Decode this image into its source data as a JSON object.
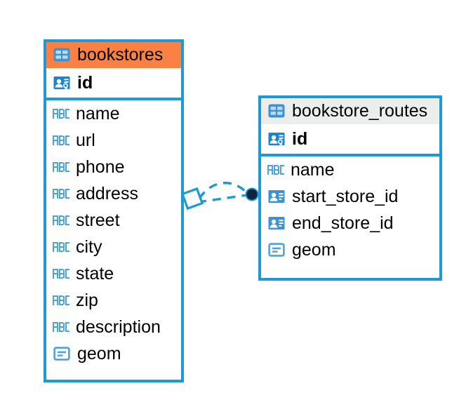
{
  "diagram": {
    "type": "entity-relationship-diagram",
    "background_color": "#ffffff",
    "accent_color": "#1b9ad6",
    "highlight_color": "#fb8044",
    "entities": [
      {
        "name": "bookstores",
        "header_style": "accent-orange",
        "table_icon": "table-icon",
        "primary_key": {
          "label": "id",
          "icon": "primary-key-icon",
          "type": "primary-key"
        },
        "fields": [
          {
            "label": "name",
            "icon": "text-type-icon",
            "type": "text"
          },
          {
            "label": "url",
            "icon": "text-type-icon",
            "type": "text"
          },
          {
            "label": "phone",
            "icon": "text-type-icon",
            "type": "text"
          },
          {
            "label": "address",
            "icon": "text-type-icon",
            "type": "text"
          },
          {
            "label": "street",
            "icon": "text-type-icon",
            "type": "text"
          },
          {
            "label": "city",
            "icon": "text-type-icon",
            "type": "text"
          },
          {
            "label": "state",
            "icon": "text-type-icon",
            "type": "text"
          },
          {
            "label": "zip",
            "icon": "text-type-icon",
            "type": "text"
          },
          {
            "label": "description",
            "icon": "text-type-icon",
            "type": "text"
          },
          {
            "label": "geom",
            "icon": "geometry-type-icon",
            "type": "geometry"
          }
        ]
      },
      {
        "name": "bookstore_routes",
        "header_style": "accent-grey",
        "table_icon": "table-icon",
        "primary_key": {
          "label": "id",
          "icon": "primary-key-icon",
          "type": "primary-key"
        },
        "fields": [
          {
            "label": "name",
            "icon": "text-type-icon",
            "type": "text"
          },
          {
            "label": "start_store_id",
            "icon": "foreign-key-icon",
            "type": "foreign-key"
          },
          {
            "label": "end_store_id",
            "icon": "foreign-key-icon",
            "type": "foreign-key"
          },
          {
            "label": "geom",
            "icon": "geometry-type-icon",
            "type": "geometry"
          }
        ]
      }
    ],
    "relationship": {
      "name": "bookstores-to-bookstore_routes",
      "style": "dashed",
      "color": "#1b9ad6",
      "source_marker": "diamond-outline",
      "target_marker": "filled-circle",
      "target_marker_color": "#10243b"
    }
  }
}
